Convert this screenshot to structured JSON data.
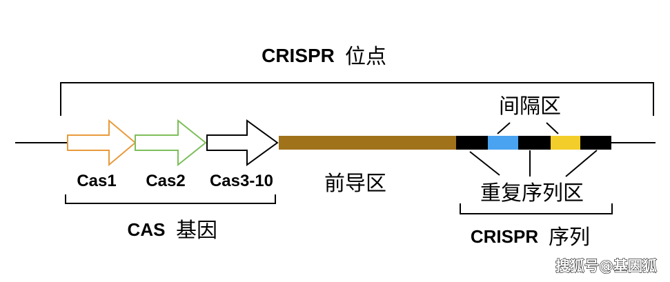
{
  "title": {
    "latin": "CRISPR",
    "cjk": "位点"
  },
  "genes": [
    {
      "label": "Cas1",
      "color": "#E89A3C"
    },
    {
      "label": "Cas2",
      "color": "#7DBE5A"
    },
    {
      "label": "Cas3-10",
      "color": "#000000"
    }
  ],
  "cas_group": {
    "latin": "CAS",
    "cjk": "基因"
  },
  "leader": {
    "label": "前导区",
    "color": "#A0721A"
  },
  "array": {
    "segments": [
      {
        "type": "repeat",
        "color": "#000000"
      },
      {
        "type": "spacer",
        "color": "#4AA3F0"
      },
      {
        "type": "repeat",
        "color": "#000000"
      },
      {
        "type": "spacer",
        "color": "#F3CD2A"
      },
      {
        "type": "repeat",
        "color": "#000000"
      }
    ],
    "spacer_label": "间隔区",
    "repeat_label": "重复序列区"
  },
  "crispr_group": {
    "latin": "CRISPR",
    "cjk": "序列"
  },
  "watermark": "搜狐号@基因狐"
}
